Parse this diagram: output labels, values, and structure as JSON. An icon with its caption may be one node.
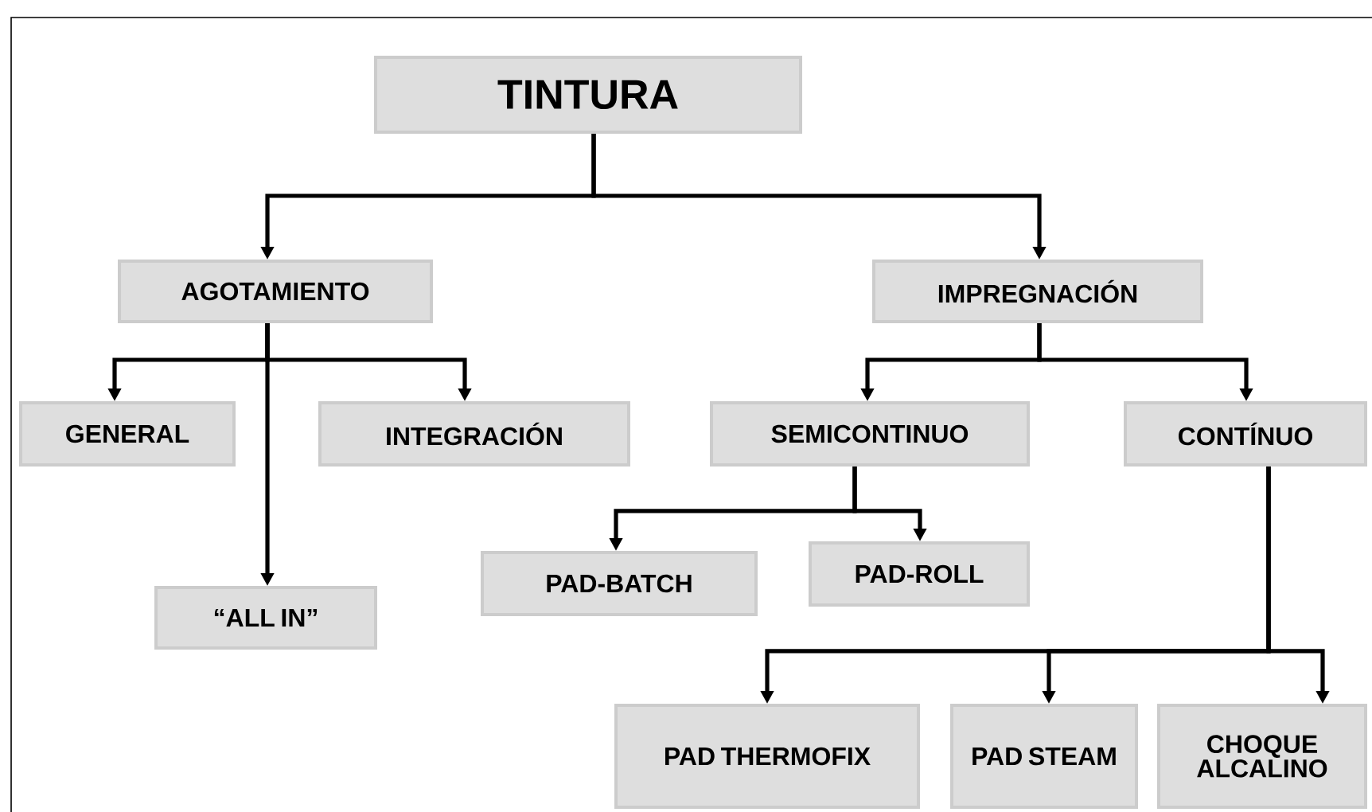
{
  "diagram": {
    "nodes": [
      {
        "text": [
          "TINTURA"
        ]
      },
      {
        "text": [
          "AGOTAMIENTO"
        ]
      },
      {
        "text": [
          "IMPREGNACIÓN"
        ]
      },
      {
        "text": [
          "GENERAL"
        ]
      },
      {
        "text": [
          "INTEGRACIÓN"
        ]
      },
      {
        "text": [
          "“ALL IN”"
        ]
      },
      {
        "text": [
          "SEMICONTINUO"
        ]
      },
      {
        "text": [
          "CONTÍNUO"
        ]
      },
      {
        "text": [
          "PAD-BATCH"
        ]
      },
      {
        "text": [
          "PAD-ROLL"
        ]
      },
      {
        "text": [
          "PAD THERMOFIX"
        ]
      },
      {
        "text": [
          "PAD STEAM"
        ]
      },
      {
        "text": [
          "CHOQUE ALCALINO"
        ]
      }
    ],
    "edges": [
      {
        "from": 0,
        "to": 1,
        "arrow": "to"
      },
      {
        "from": 0,
        "to": 2,
        "arrow": "to"
      },
      {
        "from": 1,
        "to": 3,
        "arrow": "to"
      },
      {
        "from": 1,
        "to": 4,
        "arrow": "to"
      },
      {
        "from": 1,
        "to": 5,
        "arrow": "to"
      },
      {
        "from": 2,
        "to": 6,
        "arrow": "to"
      },
      {
        "from": 2,
        "to": 7,
        "arrow": "to"
      },
      {
        "from": 6,
        "to": 8,
        "arrow": "to"
      },
      {
        "from": 6,
        "to": 9,
        "arrow": "to"
      },
      {
        "from": 7,
        "to": 10,
        "arrow": "to"
      },
      {
        "from": 7,
        "to": 11,
        "arrow": "to"
      },
      {
        "from": 7,
        "to": 12,
        "arrow": "to"
      }
    ]
  }
}
